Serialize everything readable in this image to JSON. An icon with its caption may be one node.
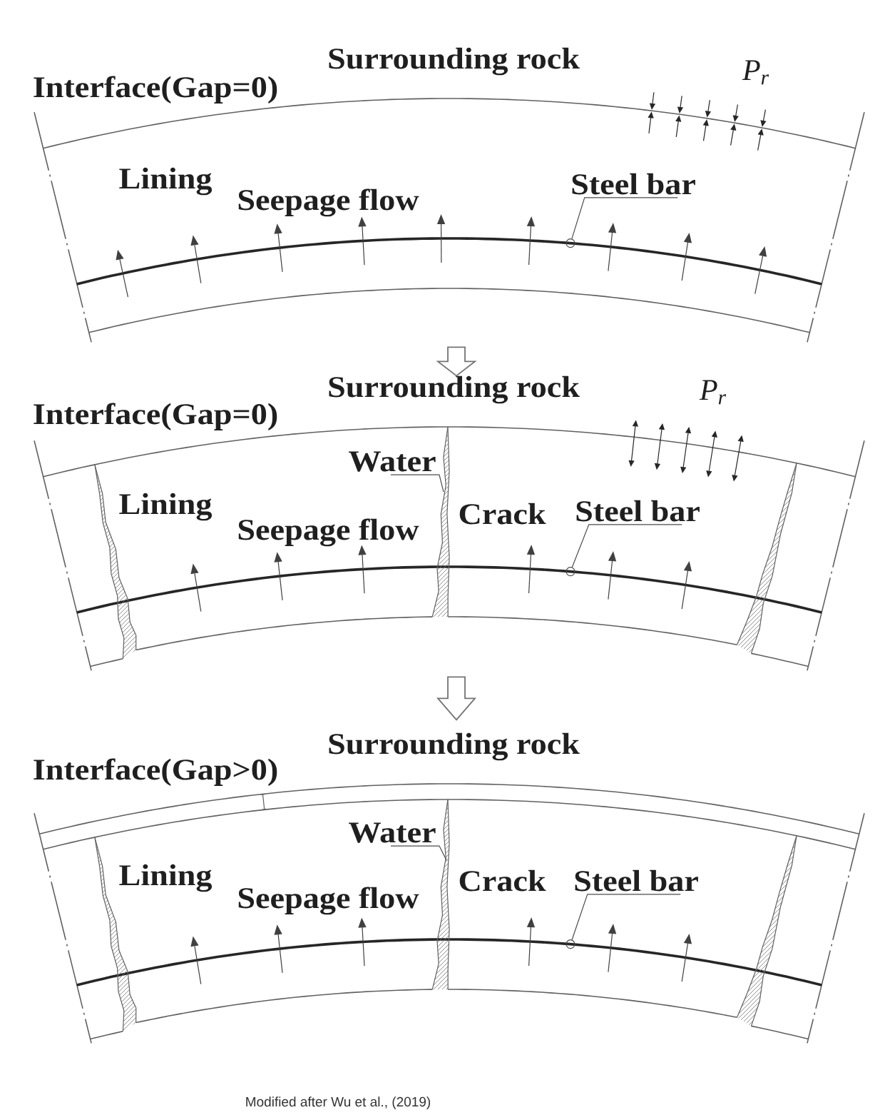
{
  "diagram": {
    "caption": "Modified after Wu et al., (2019)",
    "nodes": [
      {
        "text": [],
        "shape": "picture"
      },
      {
        "text": [
          "Steel bar"
        ],
        "in": 0
      },
      {
        "text": [],
        "shape": "circle",
        "in": 0
      },
      {
        "text": [],
        "shape": "picture"
      },
      {
        "text": [
          "Water"
        ],
        "in": 3
      },
      {
        "text": [
          "Steel bar"
        ],
        "in": 3
      },
      {
        "text": [],
        "shape": "circle",
        "in": 3
      },
      {
        "text": [],
        "shape": "picture"
      },
      {
        "text": [
          "Water"
        ],
        "in": 7
      },
      {
        "text": [
          "Steel bar"
        ],
        "in": 7
      },
      {
        "text": [],
        "shape": "circle",
        "in": 7
      }
    ],
    "edges": [
      {
        "from": 0,
        "to": 3,
        "arrow": "to",
        "style": "thick"
      },
      {
        "from": 3,
        "to": 7,
        "arrow": "to",
        "style": "thick"
      },
      {
        "from": 1,
        "to": 2,
        "arrow": "none"
      },
      {
        "from": 4,
        "to": null,
        "arrow": "none"
      },
      {
        "from": 5,
        "to": 6,
        "arrow": "none"
      },
      {
        "from": 8,
        "to": null,
        "arrow": "none"
      },
      {
        "from": 9,
        "to": 10,
        "arrow": "none"
      }
    ],
    "labels": [
      "Surrounding rock",
      "P$_{r}$",
      "Interface(Gap=0)",
      "Lining",
      "Seepage flow",
      "Surrounding rock",
      "P$_{r}$",
      "Interface(Gap=0)",
      "Lining",
      "Crack",
      "Seepage flow",
      "Surrounding rock",
      "Interface(Gap>0)",
      "Lining",
      "Crack",
      "Seepage flow"
    ]
  }
}
